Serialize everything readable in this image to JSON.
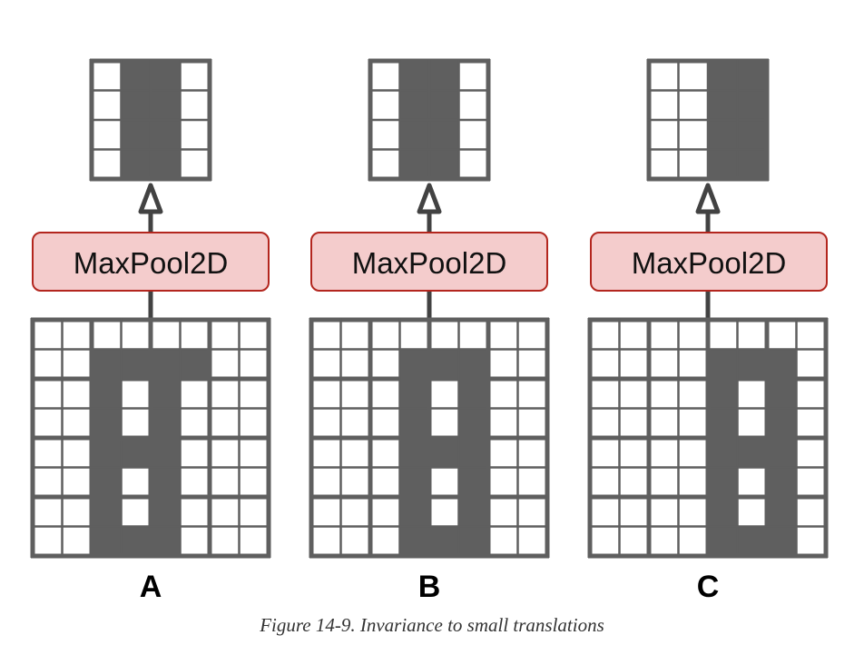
{
  "caption": "Figure 14-9. Invariance to small translations",
  "colors": {
    "dark": "#5f5f5f",
    "light": "#ffffff",
    "box_fill": "#f4cccc",
    "box_stroke": "#b3261e",
    "connector": "#424242"
  },
  "panels": [
    {
      "id": "a",
      "label": "A",
      "box_label": "MaxPool2D",
      "input_grid": [
        [
          0,
          0,
          0,
          0,
          0,
          0,
          0,
          0
        ],
        [
          0,
          0,
          1,
          1,
          1,
          1,
          0,
          0
        ],
        [
          0,
          0,
          1,
          0,
          1,
          0,
          0,
          0
        ],
        [
          0,
          0,
          1,
          0,
          1,
          0,
          0,
          0
        ],
        [
          0,
          0,
          1,
          1,
          1,
          0,
          0,
          0
        ],
        [
          0,
          0,
          1,
          0,
          1,
          0,
          0,
          0
        ],
        [
          0,
          0,
          1,
          0,
          1,
          0,
          0,
          0
        ],
        [
          0,
          0,
          1,
          1,
          1,
          0,
          0,
          0
        ]
      ],
      "output_grid": [
        [
          0,
          1,
          1,
          0
        ],
        [
          0,
          1,
          1,
          0
        ],
        [
          0,
          1,
          1,
          0
        ],
        [
          0,
          1,
          1,
          0
        ]
      ]
    },
    {
      "id": "b",
      "label": "B",
      "box_label": "MaxPool2D",
      "input_grid": [
        [
          0,
          0,
          0,
          0,
          0,
          0,
          0,
          0
        ],
        [
          0,
          0,
          0,
          1,
          1,
          1,
          0,
          0
        ],
        [
          0,
          0,
          0,
          1,
          0,
          1,
          0,
          0
        ],
        [
          0,
          0,
          0,
          1,
          0,
          1,
          0,
          0
        ],
        [
          0,
          0,
          0,
          1,
          1,
          1,
          0,
          0
        ],
        [
          0,
          0,
          0,
          1,
          0,
          1,
          0,
          0
        ],
        [
          0,
          0,
          0,
          1,
          0,
          1,
          0,
          0
        ],
        [
          0,
          0,
          0,
          1,
          1,
          1,
          0,
          0
        ]
      ],
      "output_grid": [
        [
          0,
          1,
          1,
          0
        ],
        [
          0,
          1,
          1,
          0
        ],
        [
          0,
          1,
          1,
          0
        ],
        [
          0,
          1,
          1,
          0
        ]
      ]
    },
    {
      "id": "c",
      "label": "C",
      "box_label": "MaxPool2D",
      "input_grid": [
        [
          0,
          0,
          0,
          0,
          0,
          0,
          0,
          0
        ],
        [
          0,
          0,
          0,
          0,
          1,
          1,
          1,
          0
        ],
        [
          0,
          0,
          0,
          0,
          1,
          0,
          1,
          0
        ],
        [
          0,
          0,
          0,
          0,
          1,
          0,
          1,
          0
        ],
        [
          0,
          0,
          0,
          0,
          1,
          1,
          1,
          0
        ],
        [
          0,
          0,
          0,
          0,
          1,
          0,
          1,
          0
        ],
        [
          0,
          0,
          0,
          0,
          1,
          0,
          1,
          0
        ],
        [
          0,
          0,
          0,
          0,
          1,
          1,
          1,
          0
        ]
      ],
      "output_grid": [
        [
          0,
          0,
          1,
          1
        ],
        [
          0,
          0,
          1,
          1
        ],
        [
          0,
          0,
          1,
          1
        ],
        [
          0,
          0,
          1,
          1
        ]
      ]
    }
  ]
}
